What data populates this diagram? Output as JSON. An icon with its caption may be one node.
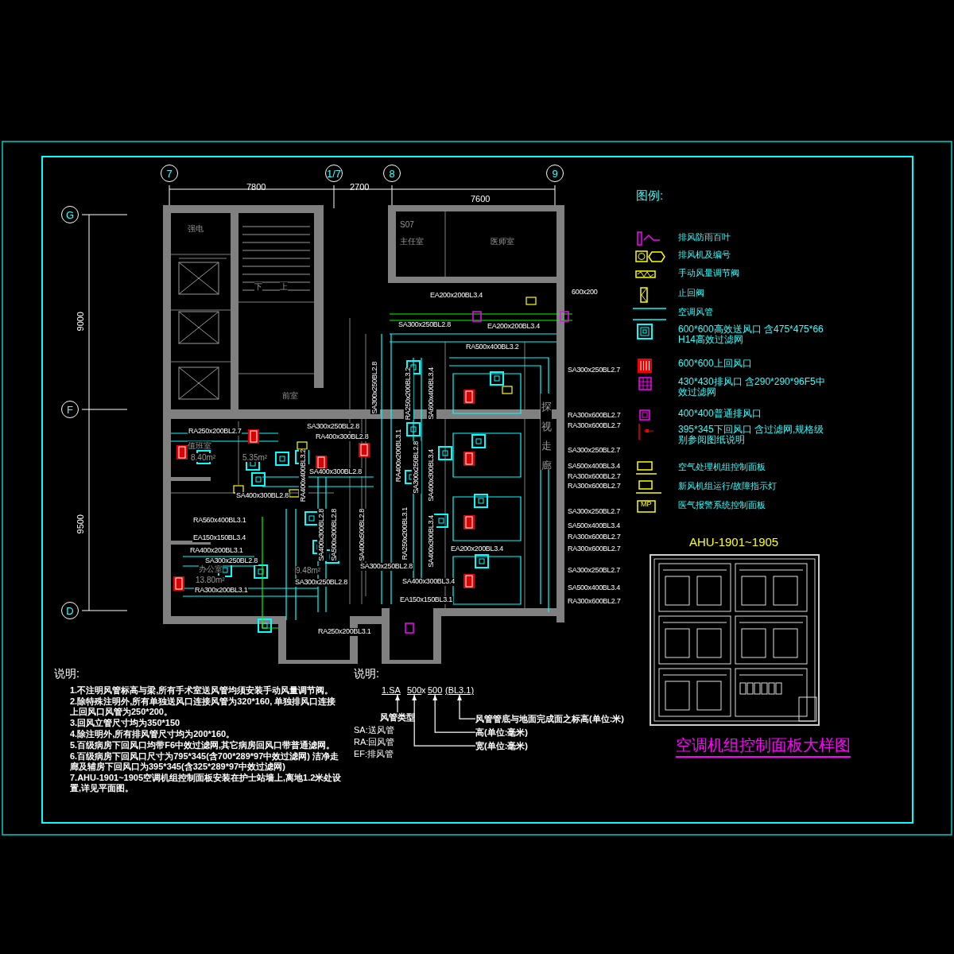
{
  "diagram": {
    "nodes": [
      {
        "text": [
          "7"
        ]
      },
      {
        "text": [
          "1/7"
        ]
      },
      {
        "text": [
          "8"
        ]
      },
      {
        "text": [
          "9"
        ]
      },
      {
        "text": [
          "G"
        ]
      },
      {
        "text": [
          "F"
        ]
      },
      {
        "text": [
          "D"
        ]
      },
      {
        "text": [
          "1.SA"
        ]
      },
      {
        "text": [
          "500"
        ]
      },
      {
        "text": [
          "500"
        ]
      },
      {
        "text": [
          "(BL3.1)"
        ]
      },
      {
        "text": [
          "风管类型"
        ]
      },
      {
        "text": [
          "风管管底与地面完成面之标高(单位:米)"
        ]
      },
      {
        "text": [
          "高(单位:毫米)"
        ]
      },
      {
        "text": [
          "宽(单位:毫米)"
        ]
      },
      {
        "text": [
          "AHU-1901~1905"
        ],
        "beside": [
          "空调机组控制面板大样图"
        ]
      }
    ],
    "edges": [
      {
        "from": 11,
        "to": 7,
        "arrow": "to"
      },
      {
        "from": 14,
        "to": 8,
        "arrow": "to"
      },
      {
        "from": 13,
        "to": 9,
        "arrow": "to"
      },
      {
        "from": 12,
        "to": 10,
        "arrow": "to"
      }
    ],
    "labels": [
      "7800",
      "2700",
      "7600",
      "9000",
      "9500",
      "强电",
      "下",
      "上",
      "前室",
      "S07",
      "主任室",
      "医师室",
      "值班室",
      "8.40m²",
      "5.35m²",
      "办公室",
      "13.80m²",
      "9.48m²",
      "探视走廊",
      "EA200x200BL3.4",
      "SA300x250BL2.8",
      "EA200x200BL3.4",
      "600x200",
      "RA500x400BL3.2",
      "SA300x250BL2.7",
      "RA300x600BL2.7",
      "RA300x600BL2.7",
      "SA300x250BL2.7",
      "SA500x400BL3.4",
      "RA300x600BL2.7",
      "RA300x600BL2.7",
      "SA300x250BL2.7",
      "SA500x400BL3.4",
      "RA300x600BL2.7",
      "RA300x600BL2.7",
      "SA300x250BL2.7",
      "SA500x400BL3.4",
      "RA300x600BL2.7",
      "RA250x200BL2.7",
      "SA300x250BL2.8",
      "RA400x300BL2.8",
      "SA400x300BL2.8",
      "SA400x300BL2.8",
      "RA560x400BL3.1",
      "EA150x150BL3.4",
      "RA400x200BL3.1",
      "SA300x250BL2.8",
      "RA300x200BL3.1",
      "SA300x250BL2.8",
      "RA250x200BL3.1",
      "SA300x250BL2.8",
      "SA400x300BL3.4",
      "EA150x150BL3.1",
      "EA200x200BL3.4",
      "SA300x250BL2.8",
      "RA250x200BL3.2",
      "SA600x400BL3.4",
      "RA400x200BL3.1",
      "SA300x250BL2.8",
      "SA400x300BL3.4",
      "RA250x200BL3.1",
      "SA400x300BL3.4",
      "RA400x400BL3.2",
      "SA400x300BL2.8",
      "SA500x300BL2.8",
      "SA400x500BL2.8",
      "图例:",
      "MP",
      "说明:",
      "1.不注明风管标高与梁,所有手术室送风管均须安装手动风量调节阀。",
      "2.除特殊注明外,所有单独送风口连接风管为320*160, 单独排风口连接上回风口风管为250*200。",
      "3.回风立管尺寸均为350*150",
      "4.除注明外,所有排风管尺寸均为200*160。",
      "5.百级病房下回风口均带F6中效过滤网,其它病房回风口带普通滤网。",
      "6.百级病房下回风口尺寸为795*345(含700*289*97中效过滤网) 洁净走廊及辅房下回风口为395*345(含325*289*97中效过滤网)",
      "7.AHU-1901~1905空调机组控制面板安装在护士站墙上,离地1.2米处设置,详见平面图。",
      "说明:",
      "x",
      "SA:送风管",
      "RA:回风管",
      "EF:排风管"
    ],
    "legend": [
      {
        "text": "排风防雨百叶"
      },
      {
        "text": "排风机及编号"
      },
      {
        "text": "手动风量调节阀"
      },
      {
        "text": "止回阀"
      },
      {
        "text": "空调风管"
      },
      {
        "text": "600*600高效送风口 含475*475*66 H14高效过滤网"
      },
      {
        "text": "600*600上回风口"
      },
      {
        "text": "430*430排风口 含290*290*96F5中效过滤网"
      },
      {
        "text": "400*400普通排风口"
      },
      {
        "text": "395*345下回风口 含过滤网,规格级别参阅图纸说明"
      },
      {
        "text": "空气处理机组控制面板"
      },
      {
        "text": "新风机组运行/故障指示灯"
      },
      {
        "text": "医气报警系统控制面板"
      }
    ]
  }
}
